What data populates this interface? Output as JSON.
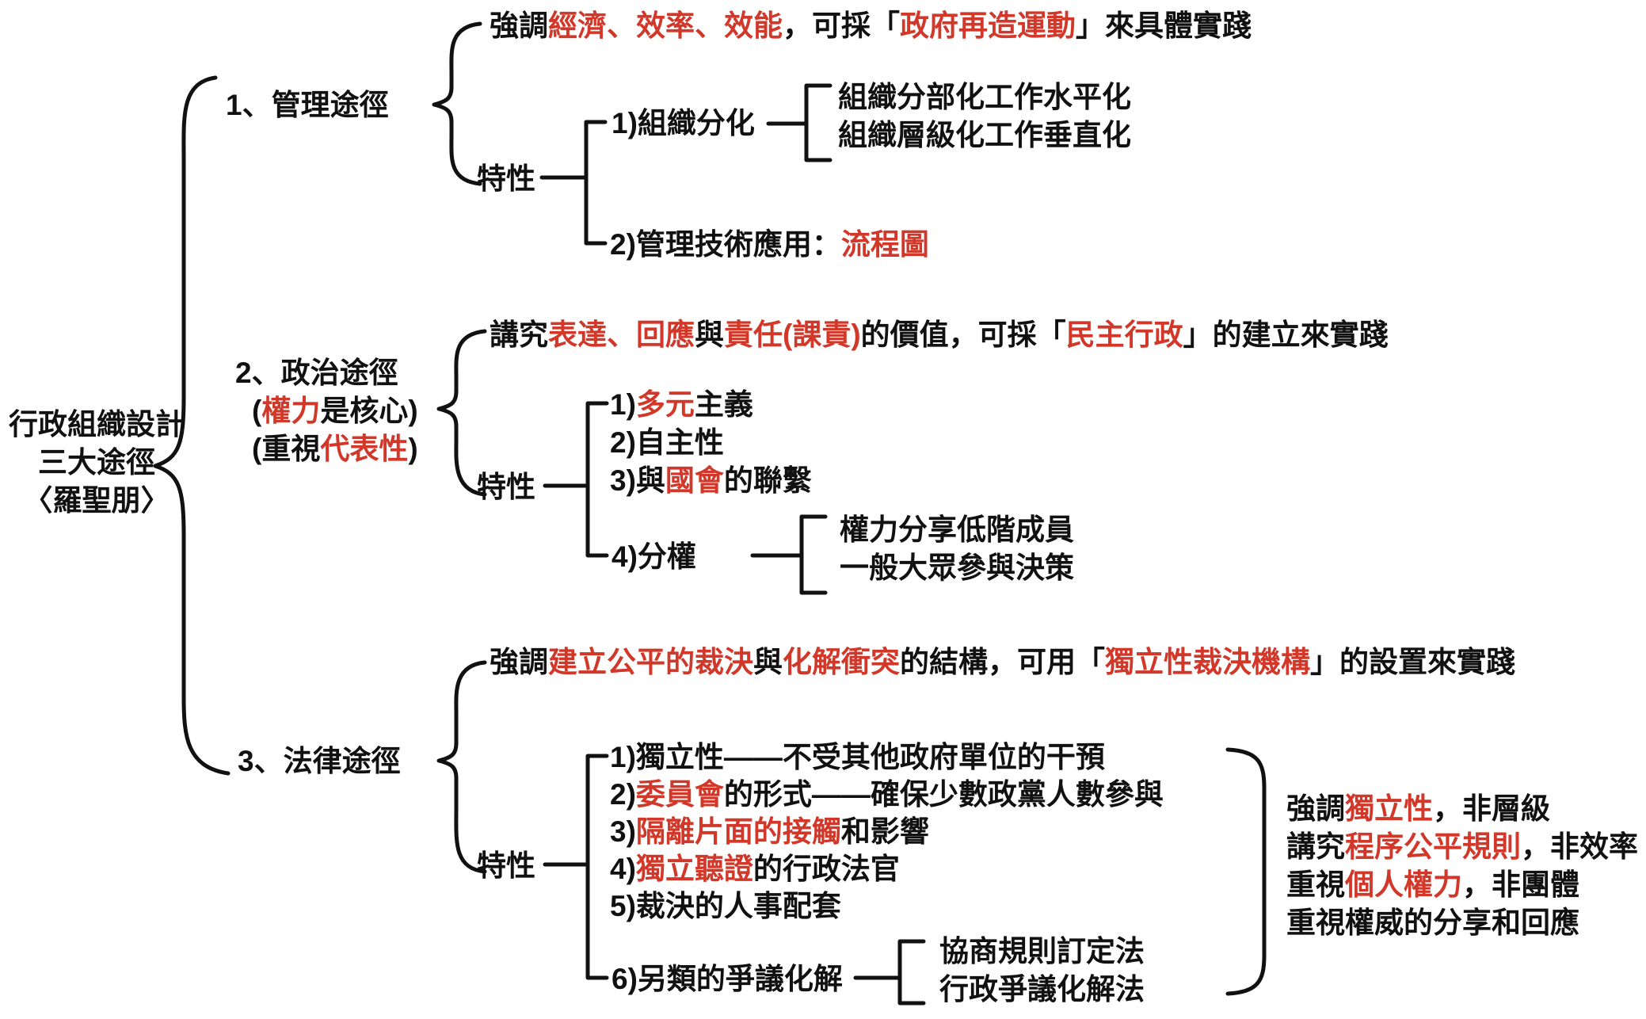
{
  "colors": {
    "ink": "#111111",
    "accent": "#d2382a"
  },
  "root": {
    "line1": "行政組織設計",
    "line2": "三大途徑",
    "line3": "〈羅聖朋〉"
  },
  "branch1": {
    "label": "1、管理途徑",
    "summary": [
      {
        "t": "強調",
        "c": "k"
      },
      {
        "t": "經濟、效率、效能",
        "c": "r"
      },
      {
        "t": "，可採「",
        "c": "k"
      },
      {
        "t": "政府再造運動",
        "c": "r"
      },
      {
        "t": "」來具體實踐",
        "c": "k"
      }
    ],
    "trait_label": "特性",
    "item1_label": "1)組織分化",
    "item1_children": [
      "組織分部化工作水平化",
      "組織層級化工作垂直化"
    ],
    "item2": [
      {
        "t": "2)管理技術應用：",
        "c": "k"
      },
      {
        "t": "流程圖",
        "c": "r"
      }
    ]
  },
  "branch2": {
    "label_line1": "2、政治途徑",
    "label_line2": [
      {
        "t": "(",
        "c": "k"
      },
      {
        "t": "權力",
        "c": "r"
      },
      {
        "t": "是核心)",
        "c": "k"
      }
    ],
    "label_line3": [
      {
        "t": "(重視",
        "c": "k"
      },
      {
        "t": "代表性",
        "c": "r"
      },
      {
        "t": ")",
        "c": "k"
      }
    ],
    "summary": [
      {
        "t": "講究",
        "c": "k"
      },
      {
        "t": "表達、回應",
        "c": "r"
      },
      {
        "t": "與",
        "c": "k"
      },
      {
        "t": "責任(課責)",
        "c": "r"
      },
      {
        "t": "的價值，可採「",
        "c": "k"
      },
      {
        "t": "民主行政",
        "c": "r"
      },
      {
        "t": "」的建立來實踐",
        "c": "k"
      }
    ],
    "trait_label": "特性",
    "item1": [
      {
        "t": "1)",
        "c": "k"
      },
      {
        "t": "多元",
        "c": "r"
      },
      {
        "t": "主義",
        "c": "k"
      }
    ],
    "item2": [
      {
        "t": "2)自主性",
        "c": "k"
      }
    ],
    "item3": [
      {
        "t": "3)與",
        "c": "k"
      },
      {
        "t": "國會",
        "c": "r"
      },
      {
        "t": "的聯繫",
        "c": "k"
      }
    ],
    "item4_label": "4)分權",
    "item4_children": [
      "權力分享低階成員",
      "一般大眾參與決策"
    ]
  },
  "branch3": {
    "label": "3、法律途徑",
    "summary": [
      {
        "t": "強調",
        "c": "k"
      },
      {
        "t": "建立公平的裁決",
        "c": "r"
      },
      {
        "t": "與",
        "c": "k"
      },
      {
        "t": "化解衝突",
        "c": "r"
      },
      {
        "t": "的結構，可用「",
        "c": "k"
      },
      {
        "t": "獨立性裁決機構",
        "c": "r"
      },
      {
        "t": "」的設置來實踐",
        "c": "k"
      }
    ],
    "trait_label": "特性",
    "item1": [
      {
        "t": "1)獨立性——不受其他政府單位的干預",
        "c": "k"
      }
    ],
    "item2": [
      {
        "t": "2)",
        "c": "k"
      },
      {
        "t": "委員會",
        "c": "r"
      },
      {
        "t": "的形式——確保少數政黨人數參與",
        "c": "k"
      }
    ],
    "item3": [
      {
        "t": "3)",
        "c": "k"
      },
      {
        "t": "隔離片面的接觸",
        "c": "r"
      },
      {
        "t": "和影響",
        "c": "k"
      }
    ],
    "item4": [
      {
        "t": "4)",
        "c": "k"
      },
      {
        "t": "獨立聽證",
        "c": "r"
      },
      {
        "t": "的行政法官",
        "c": "k"
      }
    ],
    "item5": [
      {
        "t": "5)裁決的人事配套",
        "c": "k"
      }
    ],
    "item6_label": "6)另類的爭議化解",
    "item6_children": [
      "協商規則訂定法",
      "行政爭議化解法"
    ],
    "note": [
      [
        {
          "t": "強調",
          "c": "k"
        },
        {
          "t": "獨立性",
          "c": "r"
        },
        {
          "t": "，非層級",
          "c": "k"
        }
      ],
      [
        {
          "t": "講究",
          "c": "k"
        },
        {
          "t": "程序公平規則",
          "c": "r"
        },
        {
          "t": "，非效率",
          "c": "k"
        }
      ],
      [
        {
          "t": "重視",
          "c": "k"
        },
        {
          "t": "個人權力",
          "c": "r"
        },
        {
          "t": "，非團體",
          "c": "k"
        }
      ],
      [
        {
          "t": "重視權威的分享和回應",
          "c": "k"
        }
      ]
    ]
  }
}
